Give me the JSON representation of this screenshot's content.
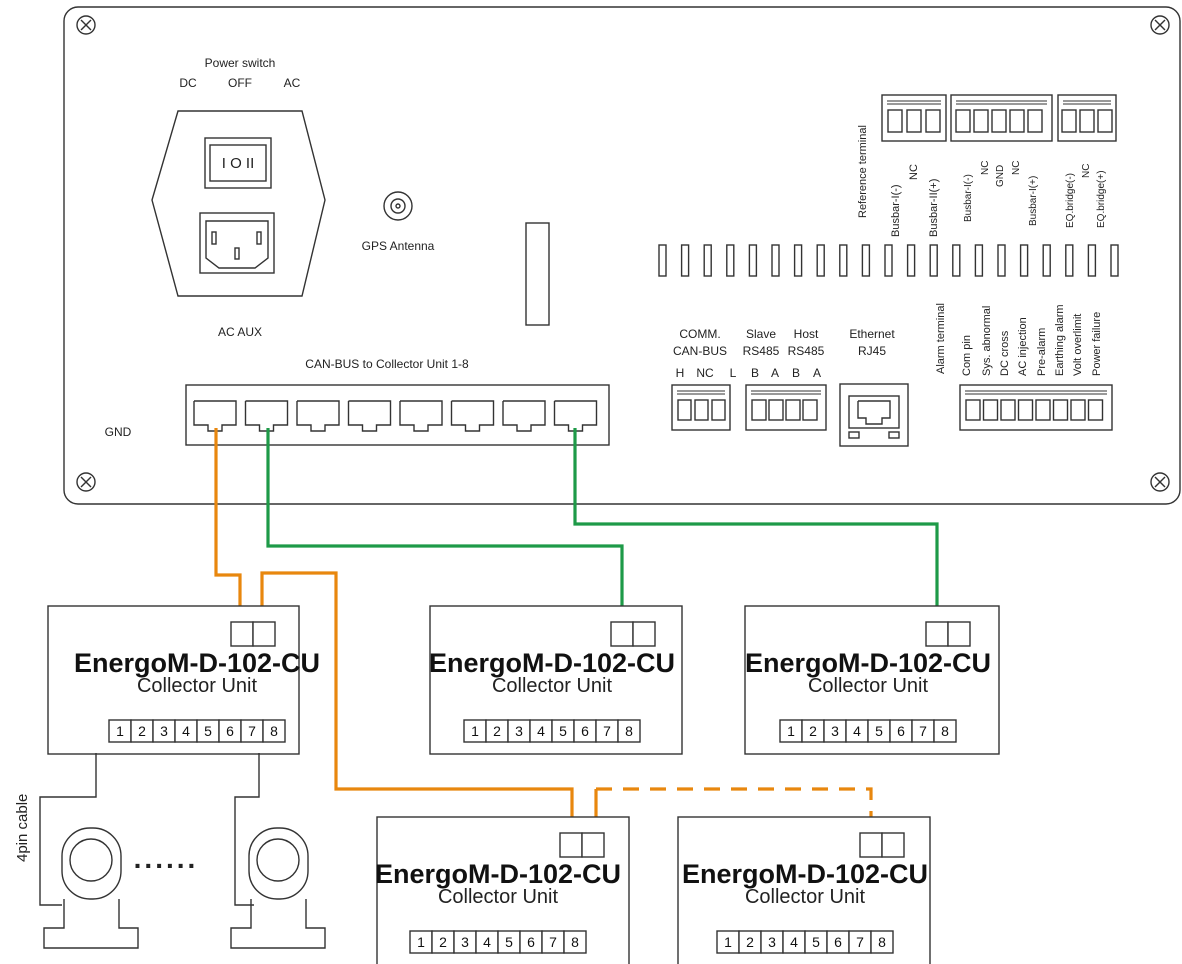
{
  "panel": {
    "power_switch": {
      "title": "Power switch",
      "dc": "DC",
      "off": "OFF",
      "ac": "AC",
      "rocker": "I O II"
    },
    "ac_aux": "AC AUX",
    "gps_antenna": "GPS Antenna",
    "gnd": "GND",
    "can_bus_ports": "CAN-BUS to Collector Unit 1-8",
    "reference_terminal": "Reference terminal",
    "busbar_terminals": [
      "Busbar-I(-)",
      "NC",
      "Busbar-II(+)"
    ],
    "busbar_i_terminals": [
      "Busbar-I(-)",
      "NC",
      "GND",
      "NC",
      "Busbar-I(+)"
    ],
    "eq_terminals": [
      "EQ.bridge(-)",
      "NC",
      "EQ.bridge(+)"
    ],
    "alarm_terminal": "Alarm terminal",
    "alarm_pins": [
      "Com pin",
      "Sys. abnormal",
      "DC cross",
      "AC injection",
      "Pre-alarm",
      "Earthing alarm",
      "Volt overlimit",
      "Power failure"
    ],
    "comm": {
      "comm_label": "COMM.",
      "can_bus": "CAN-BUS",
      "slave": "Slave",
      "slave_rs485": "RS485",
      "host": "Host",
      "host_rs485": "RS485",
      "ethernet": "Ethernet",
      "rj45": "RJ45",
      "can_pins": [
        "H",
        "NC",
        "L"
      ],
      "rs485_pins": [
        "B",
        "A",
        "B",
        "A"
      ]
    }
  },
  "collector_units": [
    {
      "model": "EnergoM-D-102-CU",
      "subtitle": "Collector Unit",
      "ports": [
        "1",
        "2",
        "3",
        "4",
        "5",
        "6",
        "7",
        "8"
      ]
    },
    {
      "model": "EnergoM-D-102-CU",
      "subtitle": "Collector Unit",
      "ports": [
        "1",
        "2",
        "3",
        "4",
        "5",
        "6",
        "7",
        "8"
      ]
    },
    {
      "model": "EnergoM-D-102-CU",
      "subtitle": "Collector Unit",
      "ports": [
        "1",
        "2",
        "3",
        "4",
        "5",
        "6",
        "7",
        "8"
      ]
    },
    {
      "model": "EnergoM-D-102-CU",
      "subtitle": "Collector Unit",
      "ports": [
        "1",
        "2",
        "3",
        "4",
        "5",
        "6",
        "7",
        "8"
      ]
    },
    {
      "model": "EnergoM-D-102-CU",
      "subtitle": "Collector Unit",
      "ports": [
        "1",
        "2",
        "3",
        "4",
        "5",
        "6",
        "7",
        "8"
      ]
    }
  ],
  "sensors": {
    "cable_label": "4pin cable",
    "ellipsis": "......"
  },
  "colors": {
    "orange_cable": "#E8870E",
    "green_cable": "#1E9A48",
    "outline": "#333333"
  }
}
